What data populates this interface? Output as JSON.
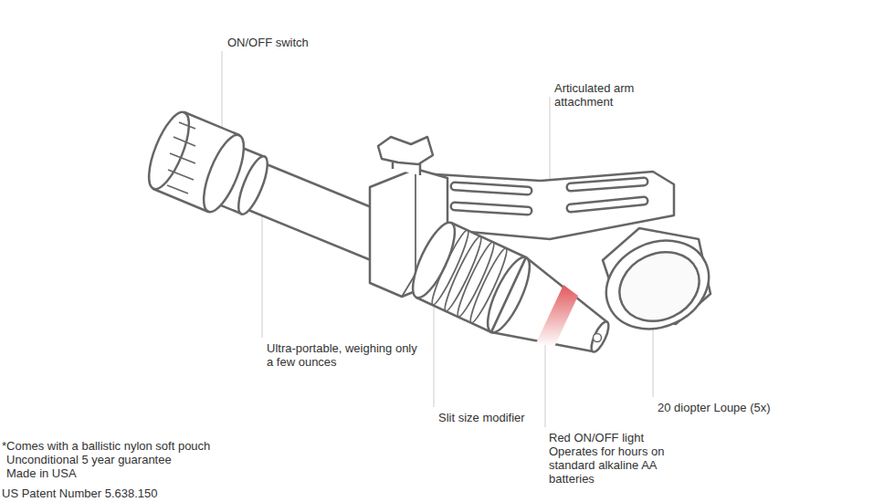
{
  "diagram": {
    "labels": [
      "ON/OFF switch",
      "Articulated arm attachment",
      "Ultra-portable, weighing only a few ounces",
      "Slit size modifier",
      "20 diopter Loupe (5x)",
      "Red ON/OFF light",
      "Operates for hours on standard alkaline AA batteries",
      "*Comes with a ballistic nylon soft pouch",
      "Unconditional 5 year guarantee",
      "Made in USA",
      "US Patent Number 5.638.150"
    ]
  }
}
